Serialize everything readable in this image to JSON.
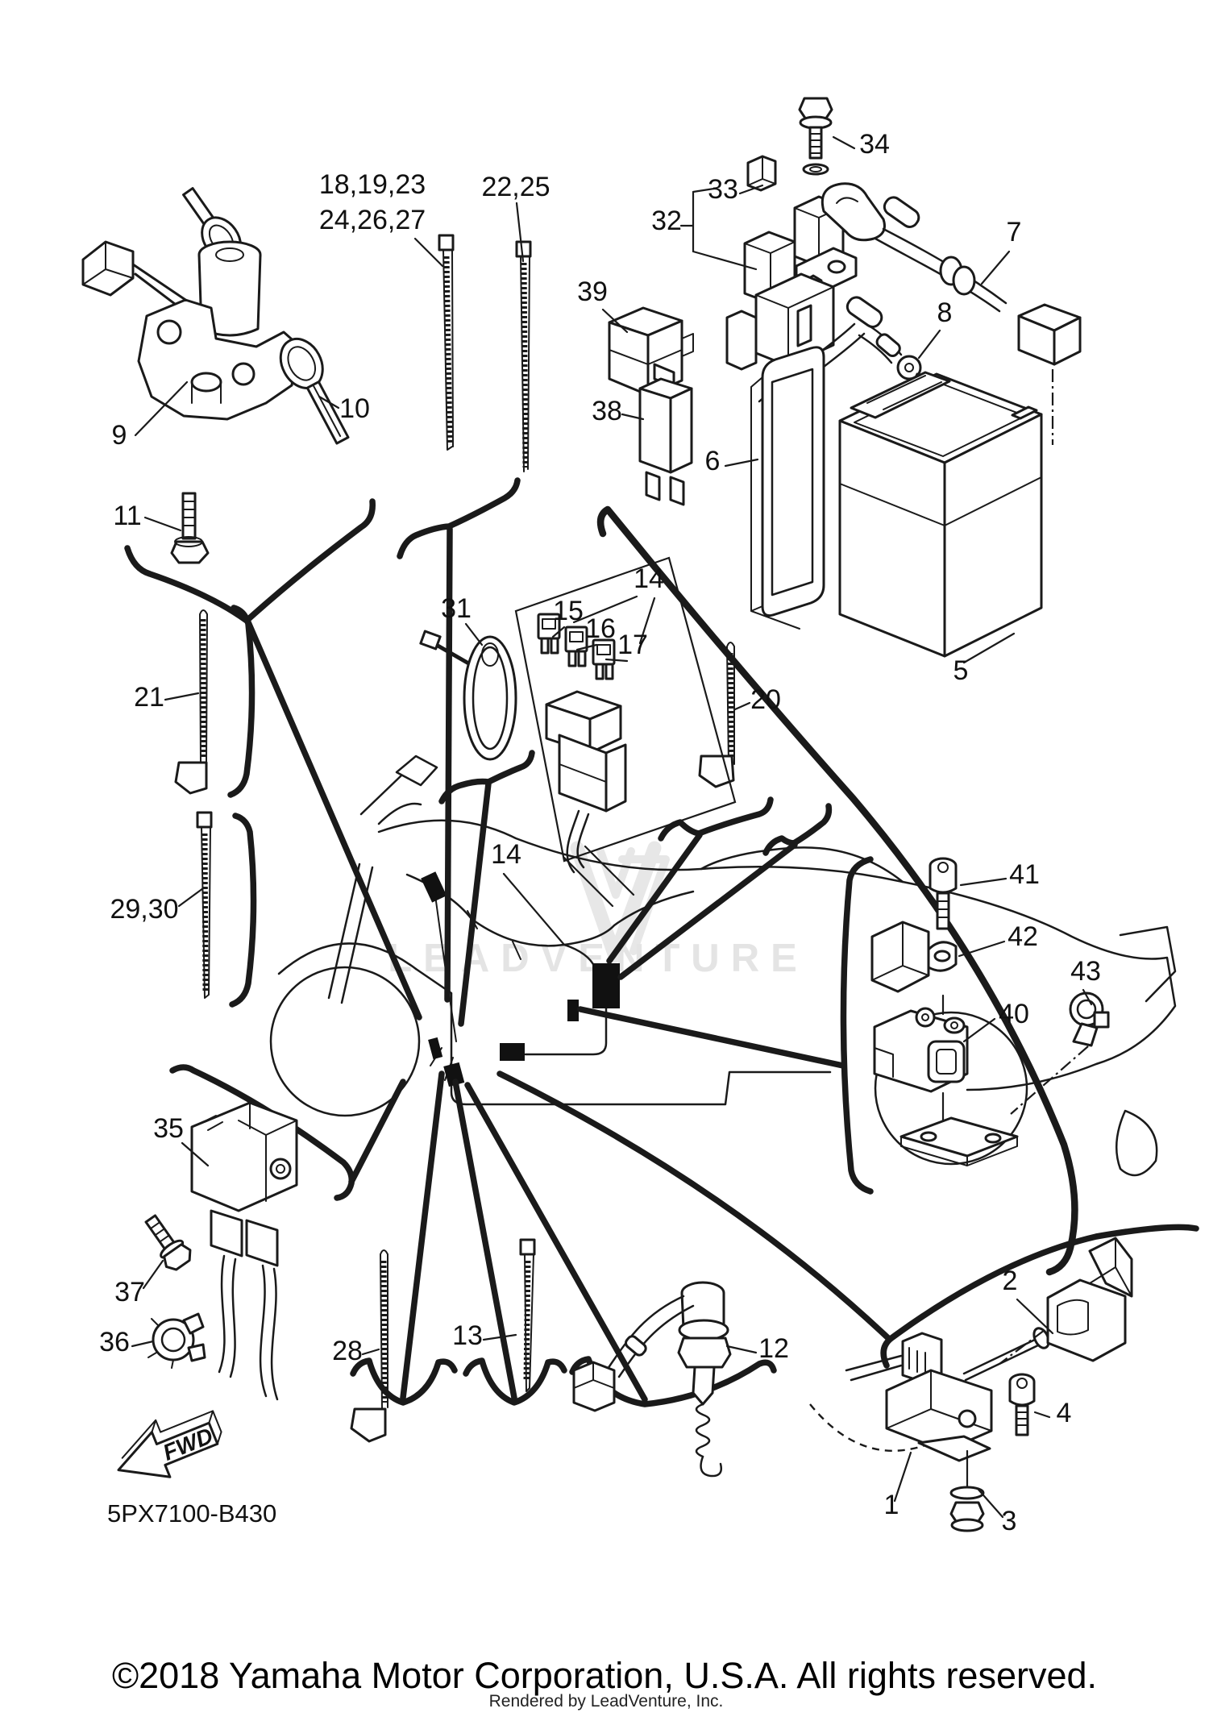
{
  "diagram": {
    "type": "parts-diagram",
    "subject": "motorcycle electrical parts exploded view",
    "colors": {
      "line": "#1a1a1a",
      "watermark": "#e4e4e4",
      "background": "#ffffff"
    },
    "watermark_text": "LEADVENTURE",
    "part_code": "5PX7100-B430",
    "fwd_arrow_label": "FWD",
    "footer": {
      "copyright": "©2018 Yamaha Motor Corporation, U.S.A. All rights reserved.",
      "rendered_by": "Rendered by LeadVenture, Inc."
    },
    "callouts": [
      {
        "ref": "18,19,23"
      },
      {
        "ref": "24,26,27"
      },
      {
        "ref": "22,25"
      },
      {
        "ref": "9"
      },
      {
        "ref": "10"
      },
      {
        "ref": "11"
      },
      {
        "ref": "34"
      },
      {
        "ref": "33"
      },
      {
        "ref": "32"
      },
      {
        "ref": "7"
      },
      {
        "ref": "8"
      },
      {
        "ref": "39"
      },
      {
        "ref": "38"
      },
      {
        "ref": "6"
      },
      {
        "ref": "5"
      },
      {
        "ref": "21"
      },
      {
        "ref": "29,30"
      },
      {
        "ref": "31"
      },
      {
        "ref": "15"
      },
      {
        "ref": "16"
      },
      {
        "ref": "17"
      },
      {
        "ref": "14"
      },
      {
        "ref": "20"
      },
      {
        "ref": "14"
      },
      {
        "ref": "41"
      },
      {
        "ref": "42"
      },
      {
        "ref": "40"
      },
      {
        "ref": "43"
      },
      {
        "ref": "35"
      },
      {
        "ref": "37"
      },
      {
        "ref": "36"
      },
      {
        "ref": "28"
      },
      {
        "ref": "13"
      },
      {
        "ref": "12"
      },
      {
        "ref": "2"
      },
      {
        "ref": "4"
      },
      {
        "ref": "1"
      },
      {
        "ref": "3"
      }
    ]
  }
}
